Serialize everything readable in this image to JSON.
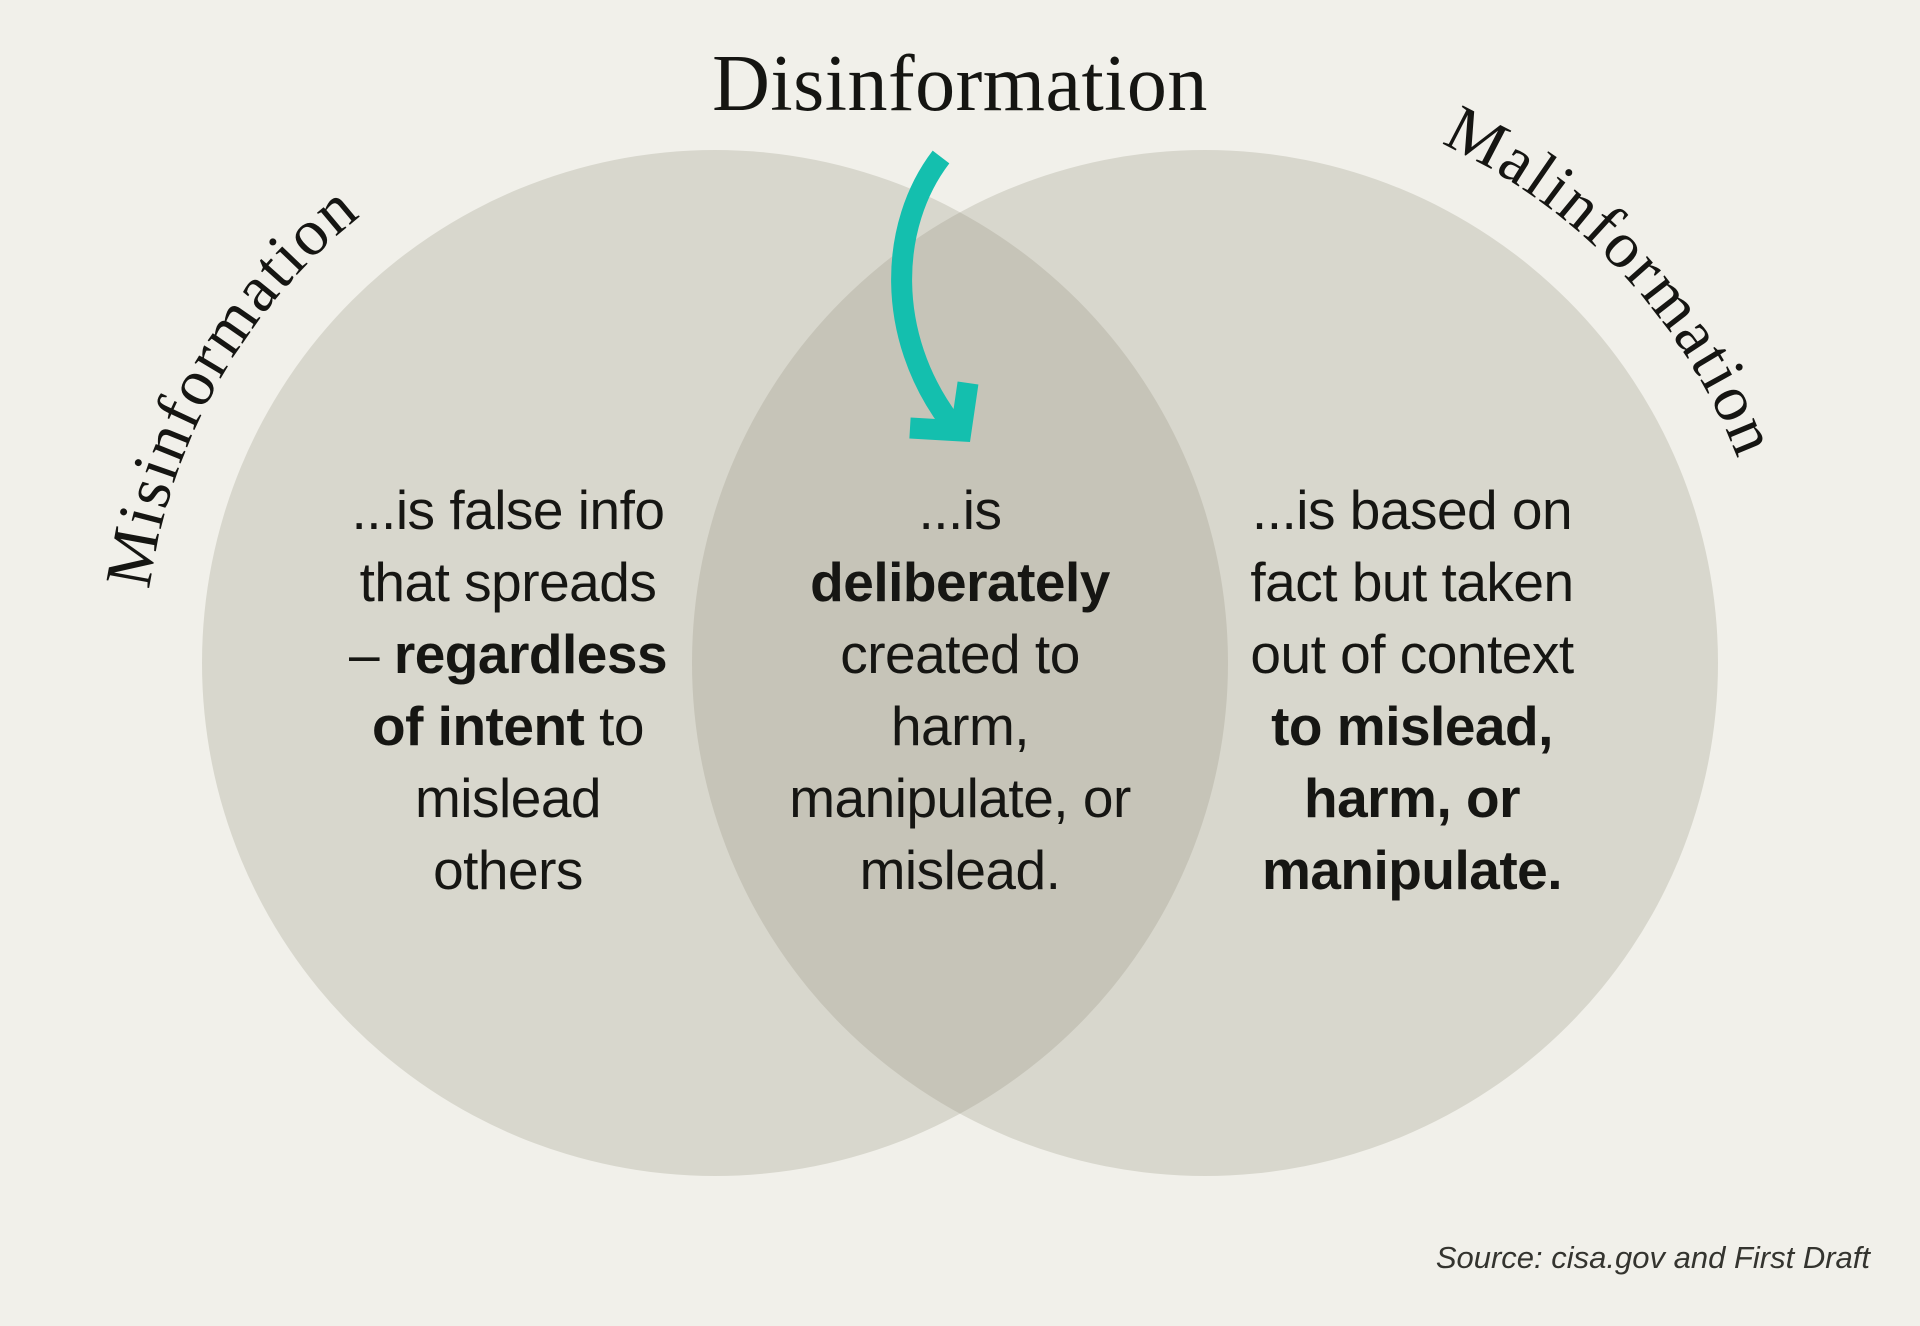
{
  "title": "Disinformation",
  "labels": {
    "left": "Misinformation",
    "right": "Malinformation"
  },
  "columns": {
    "left": {
      "lines": [
        {
          "pre": "...is false info"
        },
        {
          "pre": "that spreads"
        },
        {
          "pre": "– ",
          "bold": "regardless"
        },
        {
          "bold": "of intent",
          "post": " to"
        },
        {
          "pre": "mislead"
        },
        {
          "pre": "others"
        }
      ]
    },
    "middle": {
      "lines": [
        {
          "pre": "...is"
        },
        {
          "bold": "deliberately"
        },
        {
          "pre": "created to"
        },
        {
          "pre": "harm,"
        },
        {
          "pre": "manipulate, or"
        },
        {
          "pre": "mislead."
        }
      ]
    },
    "right": {
      "lines": [
        {
          "pre": "...is based on"
        },
        {
          "pre": "fact but taken"
        },
        {
          "pre": "out of context"
        },
        {
          "bold": "to mislead,"
        },
        {
          "bold": "harm, or"
        },
        {
          "bold": "manipulate."
        }
      ]
    }
  },
  "source": "Source: cisa.gov and First Draft",
  "colors": {
    "background": "#f1f0ea",
    "circle": "#d8d7cd",
    "overlap": "#c6c4b8",
    "arrow": "#14bfae",
    "text": "#161613",
    "heading": "#151512"
  }
}
